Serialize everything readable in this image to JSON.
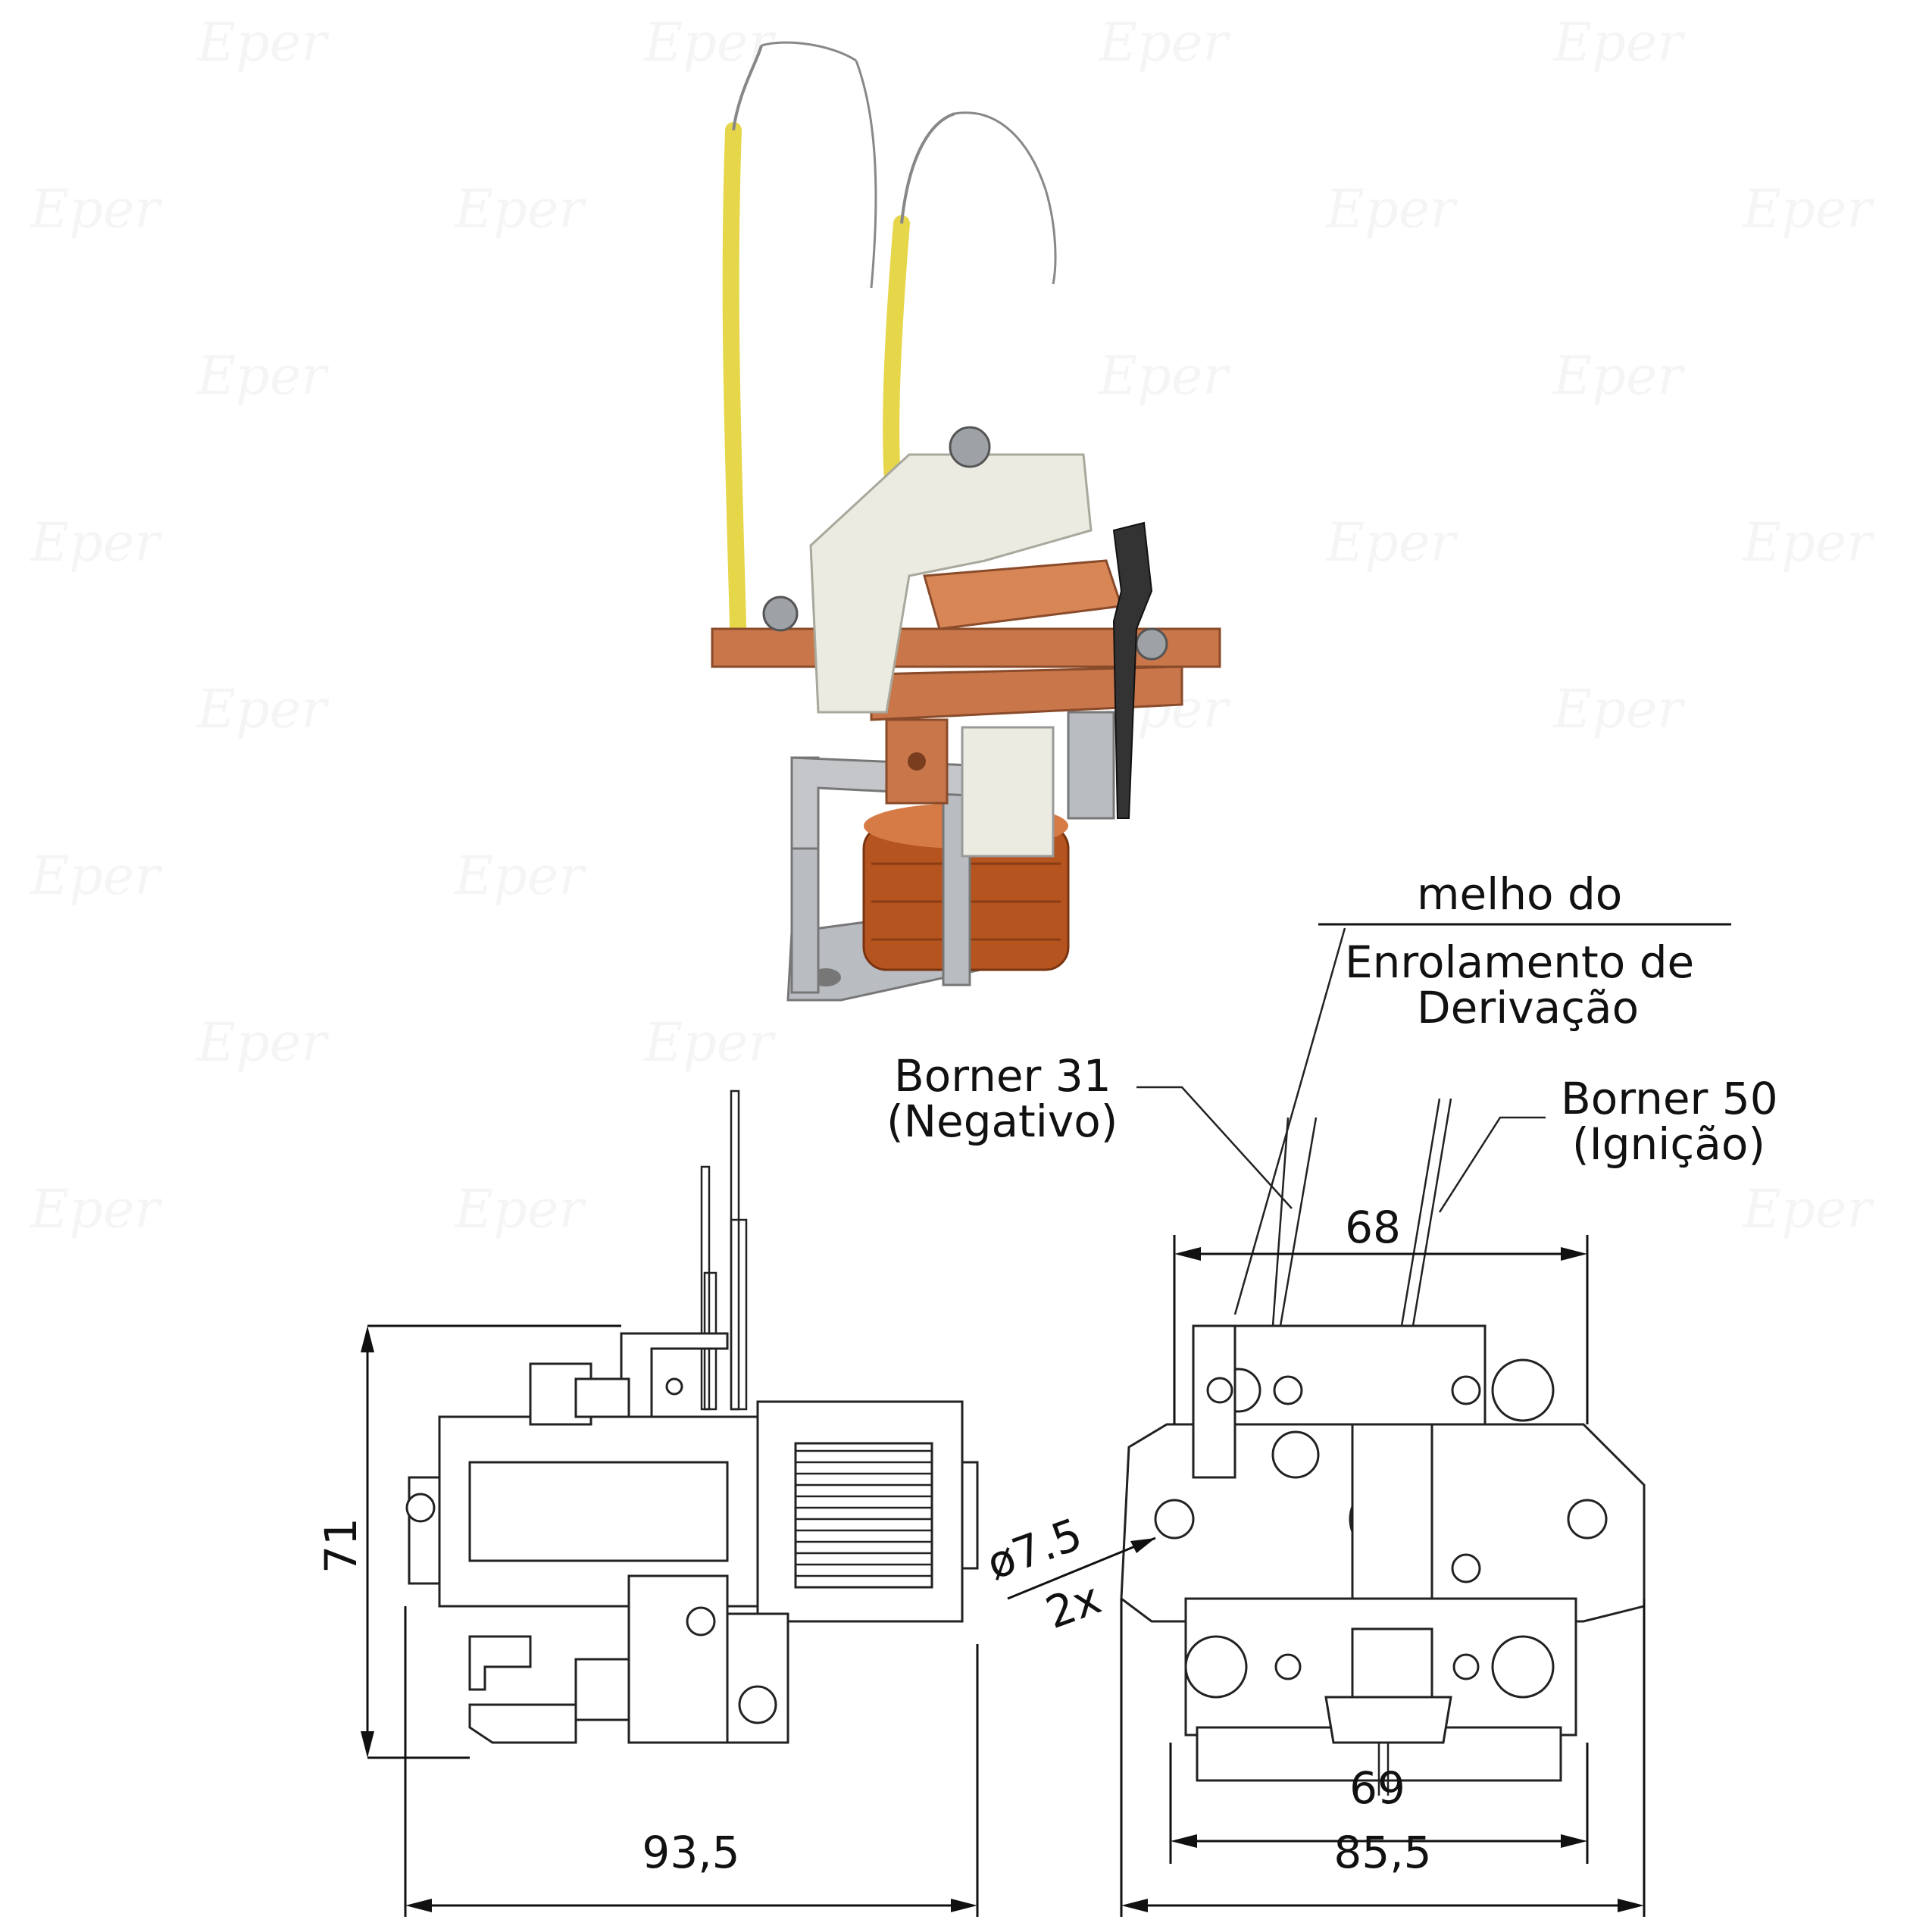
{
  "photo": {
    "subject": "solenoid-switch-photo"
  },
  "labels": {
    "vermelho_line": "melho do",
    "enrolamento": "Enrolamento de",
    "derivacao": "Derivação",
    "borner31_title": "Borner 31",
    "borner31_sub": "(Negativo)",
    "borner50_title": "Borner 50",
    "borner50_sub": "(Ignição)"
  },
  "dimensions": {
    "height": "71",
    "side_width": "93,5",
    "top_span": "68",
    "bottom_inner": "69",
    "front_width": "85,5",
    "hole_dia": "ø7.5",
    "hole_count": "2x"
  },
  "colors": {
    "copper": "#c8764a",
    "yellow_wire": "#e6d64a",
    "insulator": "#ecebe2",
    "steel": "#b9bcc0",
    "coil": "#b5541f"
  }
}
